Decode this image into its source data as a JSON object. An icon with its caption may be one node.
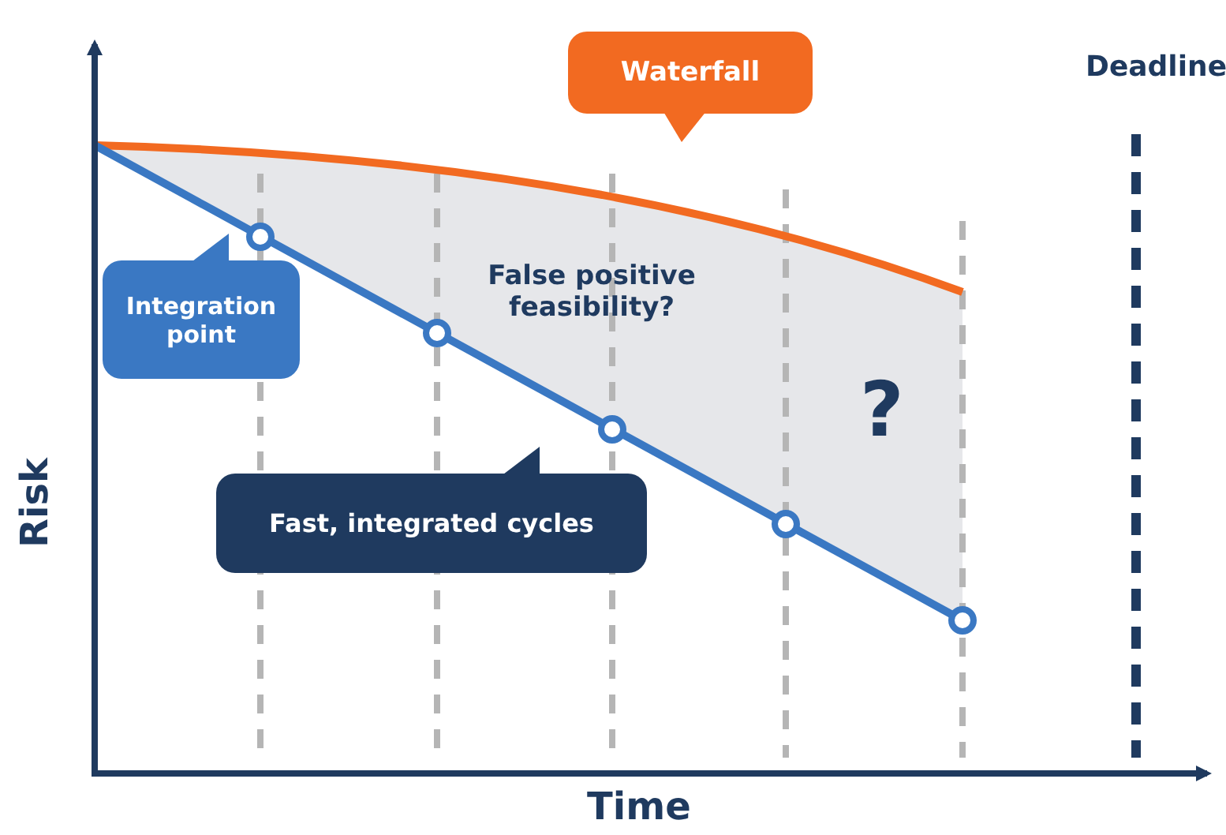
{
  "diagram": {
    "nodes": [
      {
        "text": [
          "Waterfall"
        ]
      },
      {
        "text": [
          "Integration point"
        ]
      },
      {
        "text": [
          "Fast, integrated cycles"
        ]
      }
    ],
    "labels": [
      "Deadline",
      "False positive feasibility?",
      "?",
      "Risk",
      "Time"
    ]
  }
}
